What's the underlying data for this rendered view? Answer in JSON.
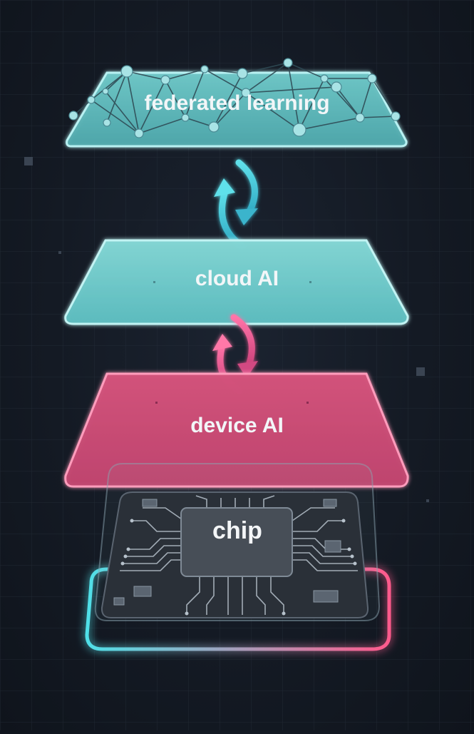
{
  "layers": {
    "federated": {
      "label": "federated learning",
      "color": "#6fd1d1"
    },
    "cloud": {
      "label": "cloud AI",
      "color": "#7fd6d6"
    },
    "device": {
      "label": "device AI",
      "color": "#d9537f"
    },
    "chip": {
      "label": "chip",
      "color": "#3c434c"
    }
  },
  "arrows": [
    {
      "from": "federated",
      "to": "cloud",
      "color": "#4cc9d9"
    },
    {
      "from": "cloud",
      "to": "device",
      "color": "#e0609a"
    }
  ],
  "glow_colors": {
    "cyan": "#4fe0e8",
    "pink": "#ff5a8c"
  }
}
